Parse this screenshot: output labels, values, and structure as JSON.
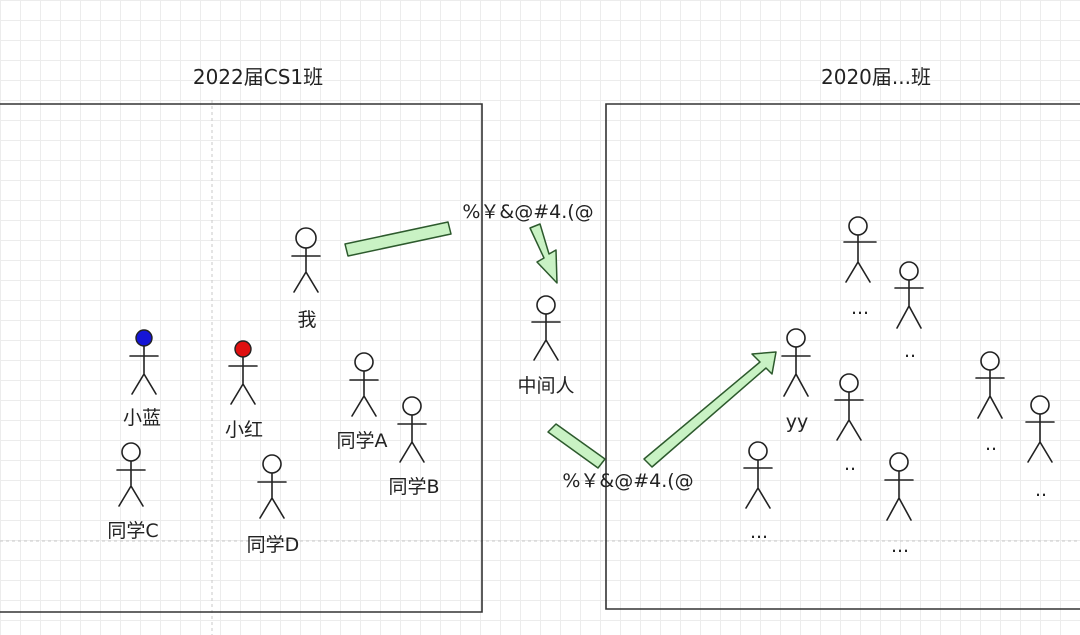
{
  "groups": {
    "left_title": "2022届CS1班",
    "right_title": "2020届...班"
  },
  "people": {
    "me": "我",
    "xiaolan": "小蓝",
    "xiaohong": "小红",
    "classmate_a": "同学A",
    "classmate_b": "同学B",
    "classmate_c": "同学C",
    "classmate_d": "同学D",
    "middleman": "中间人",
    "yy": "yy",
    "r1": "...",
    "r2": "..",
    "r3": "..",
    "r4": "..",
    "r5": "...",
    "r6": "...",
    "r7": ".."
  },
  "messages": {
    "top": "%￥&@#4.(@",
    "bottom": "%￥&@#4.(@"
  },
  "colors": {
    "xiaolan_head": "#1515d6",
    "xiaohong_head": "#e01010",
    "arrow_fill": "#c9f2c4"
  }
}
